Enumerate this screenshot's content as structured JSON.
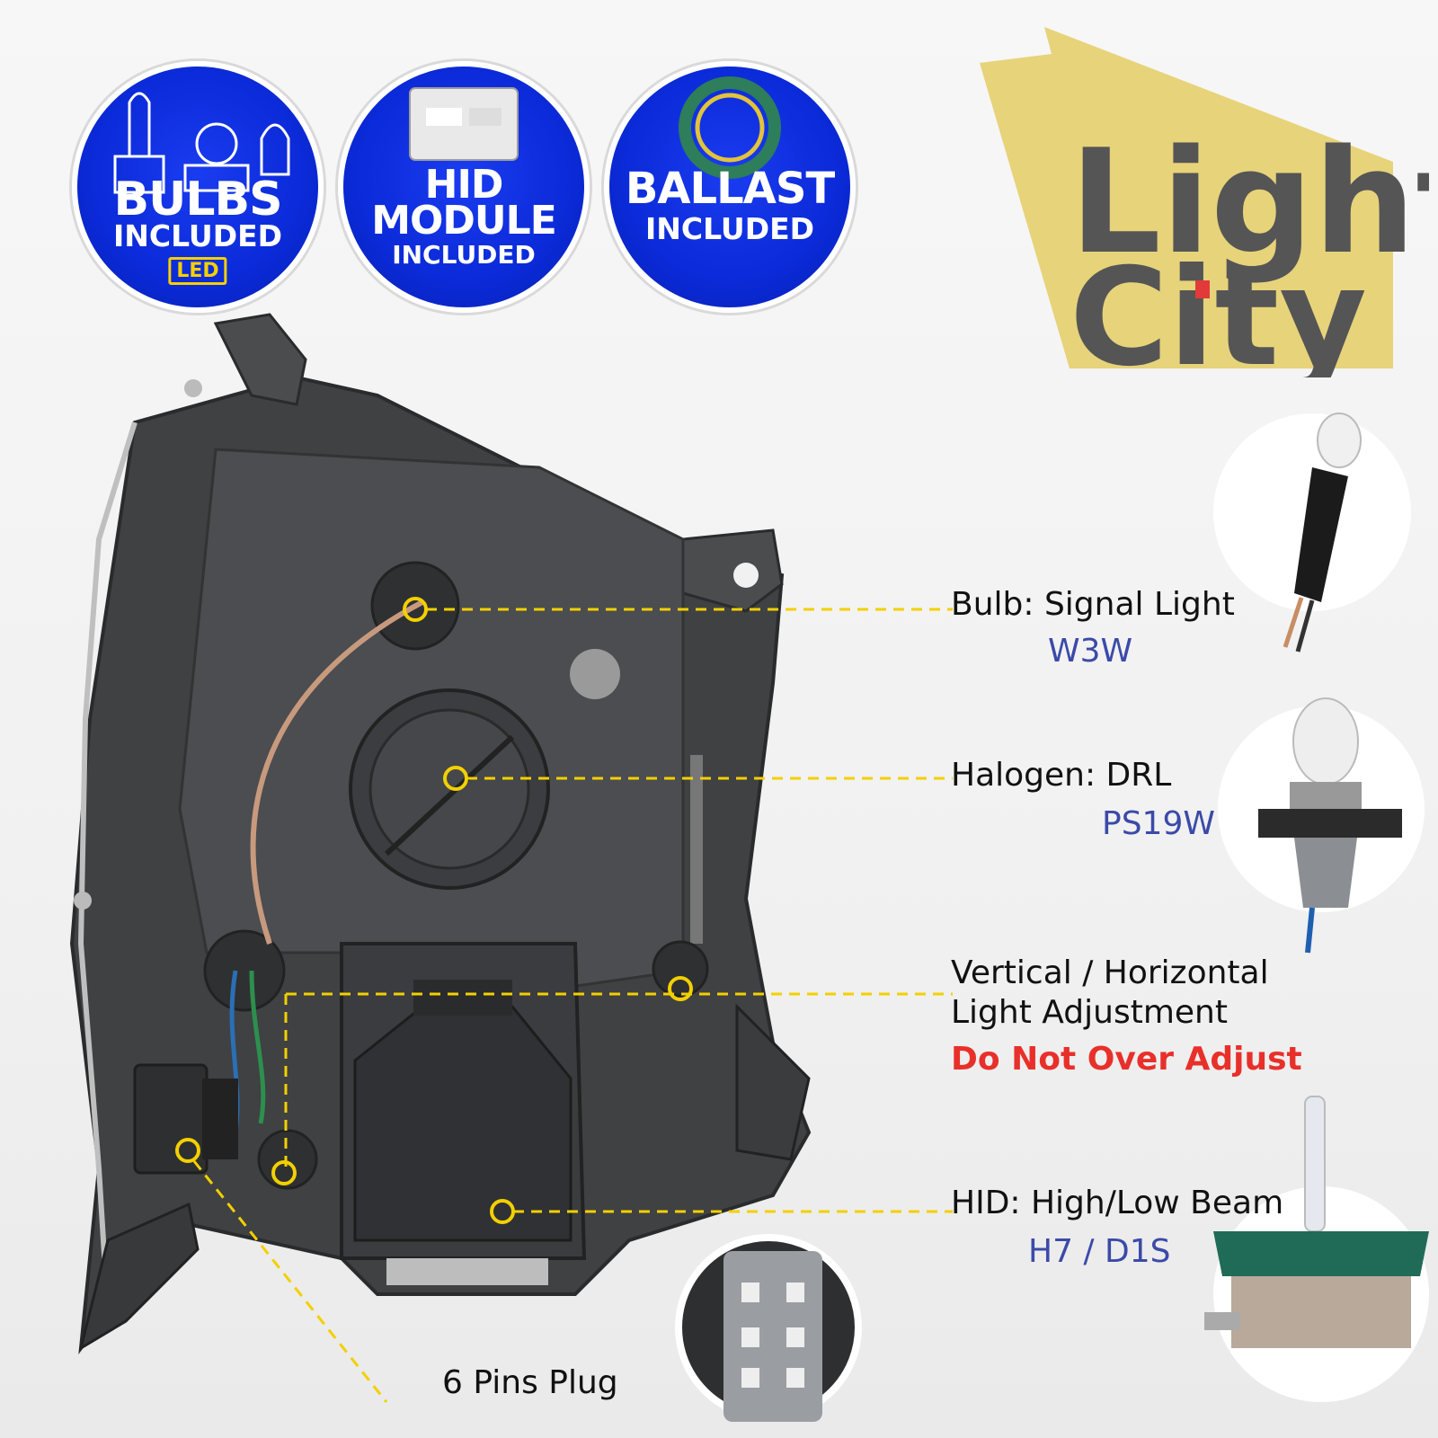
{
  "badges": {
    "bulbs": {
      "line1": "BULBS",
      "line2": "INCLUDED",
      "tag": "LED"
    },
    "hid": {
      "line1": "HID",
      "line2": "MODULE",
      "line3": "INCLUDED"
    },
    "ballast": {
      "line1": "BALLAST",
      "line2": "INCLUDED"
    }
  },
  "brand": {
    "word1": "Light",
    "word2": "City",
    "color": "#555555",
    "accent": "#e23a3a",
    "flag": "#e7d37a"
  },
  "callouts": [
    {
      "label": "Bulb: Signal Light",
      "spec": "W3W"
    },
    {
      "label": "Halogen: DRL",
      "spec": "PS19W"
    },
    {
      "label": "Vertical / Horizontal",
      "label2": "Light Adjustment",
      "warning": "Do Not Over Adjust"
    },
    {
      "label": "HID: High/Low Beam",
      "spec": "H7 / D1S"
    }
  ],
  "plug": {
    "label": "6 Pins Plug"
  },
  "colors": {
    "badge_blue": "#0b2ad8",
    "callout_yellow": "#f3d000",
    "spec_blue": "#3b4aa8",
    "warn_red": "#e8302a"
  }
}
